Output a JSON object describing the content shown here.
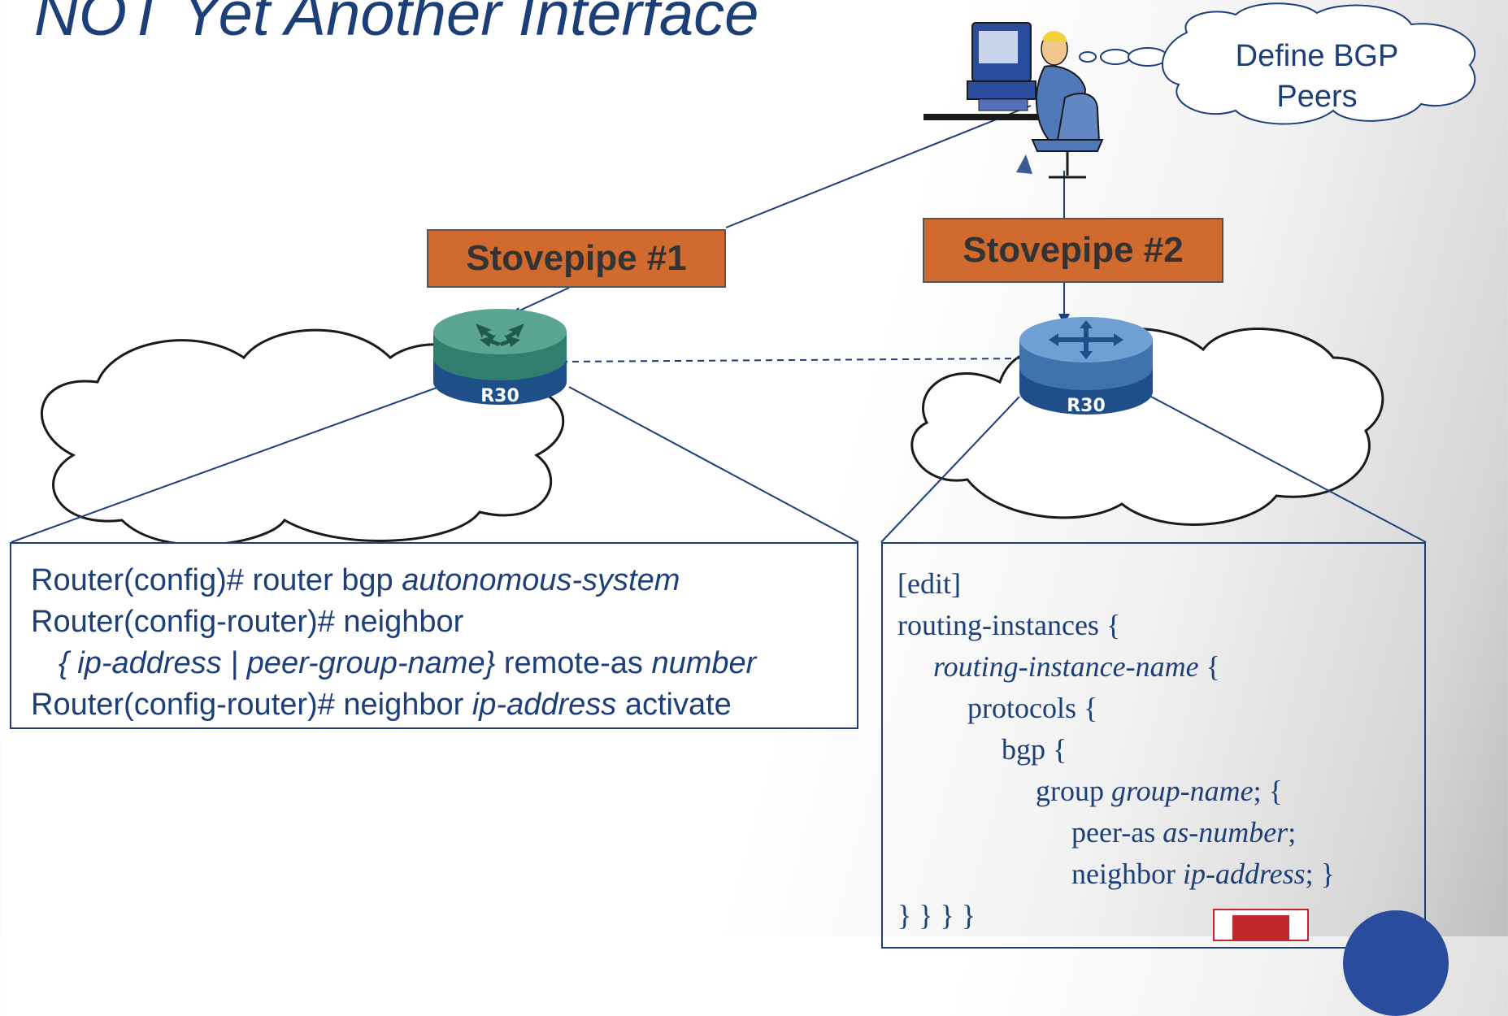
{
  "title": "NOT Yet Another Interface",
  "thought_bubble": {
    "line1": "Define BGP",
    "line2": "Peers"
  },
  "stovepipe_1": {
    "label": "Stovepipe #1"
  },
  "stovepipe_2": {
    "label": "Stovepipe #2"
  },
  "router_1": {
    "label": "R30"
  },
  "router_2": {
    "label": "R30"
  },
  "cisco_config": {
    "line1_prefix": "Router(config)# router bgp ",
    "line1_arg": "autonomous-system",
    "line2": "Router(config-router)# neighbor",
    "line3_open": "{ ",
    "line3_arg1": "ip-address",
    "line3_sep": " | ",
    "line3_arg2": "peer-group-name}",
    "line3_mid": " remote-as ",
    "line3_arg3": "number",
    "line4_prefix": "Router(config-router)# neighbor ",
    "line4_arg": "ip-address",
    "line4_suffix": " activate"
  },
  "juniper_config": {
    "line1": "[edit]",
    "line2": "routing-instances {",
    "line3_arg": "routing-instance-name",
    "line3_suffix": " {",
    "line4": "protocols {",
    "line5": "bgp {",
    "line6_prefix": "group ",
    "line6_arg": "group-name",
    "line6_suffix": "; {",
    "line7_prefix": "peer-as ",
    "line7_arg": "as-number",
    "line7_suffix": ";",
    "line8_prefix": "neighbor ",
    "line8_arg": "ip-address",
    "line8_suffix": "; }",
    "line9": "} } } }"
  },
  "colors": {
    "title": "#1d3f77",
    "stovepipe_fill": "#d06a2e",
    "router1_top": "#5aa693",
    "router2_top": "#6f9fd3",
    "router_base": "#1f4f88",
    "line": "#1d3f77"
  }
}
